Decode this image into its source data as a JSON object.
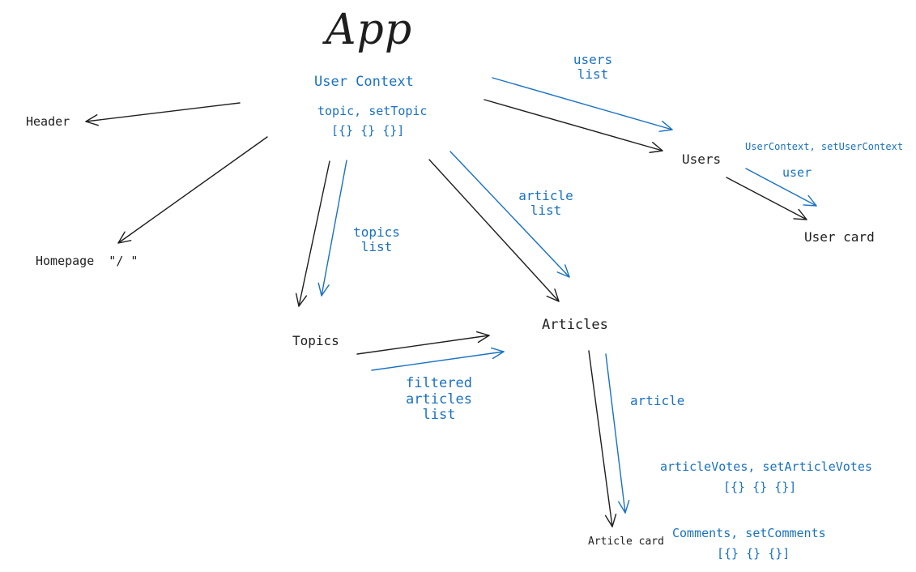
{
  "colors": {
    "ink": "#1e1e1e",
    "accent": "#1971c2",
    "background": "#ffffff"
  },
  "nodes": {
    "app": "App",
    "header": "Header",
    "homepage": "Homepage  \"/ \"",
    "topics": "Topics",
    "articles": "Articles",
    "users": "Users",
    "user_card": "User card",
    "article_card": "Article card"
  },
  "annotations": {
    "user_context": "User Context",
    "topic_state": "topic, setTopic",
    "topic_state_value": "[{} {} {}]",
    "users_list": "users\nlist",
    "user_context_state": "UserContext, setUserContext",
    "user": "user",
    "topics_list": "topics\nlist",
    "article_list": "article\nlist",
    "filtered_articles_list": "filtered\narticles\nlist",
    "article": "article",
    "article_votes_state": "articleVotes, setArticleVotes",
    "article_votes_value": "[{} {} {}]",
    "comments_state": "Comments, setComments",
    "comments_value": "[{} {} {}]"
  },
  "edges": [
    {
      "from": "App",
      "to": "Header",
      "color": "ink"
    },
    {
      "from": "App",
      "to": "Homepage",
      "color": "ink"
    },
    {
      "from": "App",
      "to": "Topics",
      "color": "ink"
    },
    {
      "from": "App",
      "to": "Topics",
      "color": "accent"
    },
    {
      "from": "App",
      "to": "Articles",
      "color": "ink"
    },
    {
      "from": "App",
      "to": "Articles",
      "color": "accent"
    },
    {
      "from": "App",
      "to": "Users",
      "color": "ink"
    },
    {
      "from": "App",
      "to": "Users",
      "color": "accent"
    },
    {
      "from": "Users",
      "to": "User card",
      "color": "ink"
    },
    {
      "from": "Users",
      "to": "User card",
      "color": "accent"
    },
    {
      "from": "Topics",
      "to": "Articles",
      "color": "ink"
    },
    {
      "from": "Topics",
      "to": "Articles",
      "color": "accent"
    },
    {
      "from": "Articles",
      "to": "Article card",
      "color": "ink"
    },
    {
      "from": "Articles",
      "to": "Article card",
      "color": "accent"
    }
  ]
}
